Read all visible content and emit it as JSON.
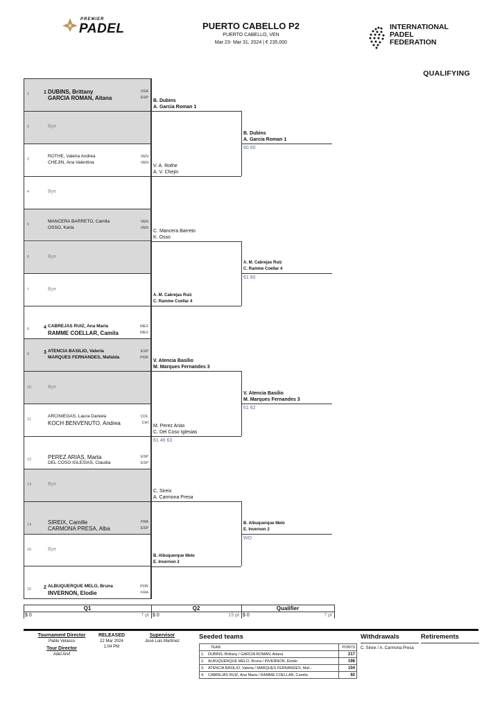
{
  "header": {
    "brand_small": "PREMIER",
    "brand_big": "PADEL",
    "tournament": "PUERTO CABELLO P2",
    "location": "PUERTO CABELLO, VEN",
    "dates_prize": "Mar 23- Mar 31, 2024  |  € 235,000",
    "federation_1": "INTERNATIONAL",
    "federation_2": "PADEL",
    "federation_3": "FEDERATION",
    "draw_type": "QUALIFYING"
  },
  "slots": [
    {
      "num": "1",
      "seed": "1",
      "p1": "DUBINS, Brittany",
      "p1_big": true,
      "n1": "USA",
      "p2": "GARCIA ROMAN, Aitana",
      "p2_big": true,
      "n2": "ESP",
      "shade": true
    },
    {
      "num": "2",
      "bye": "Bye",
      "shade": true
    },
    {
      "num": "3",
      "p1": "ROTHE, Valeria Andrea",
      "n1": "VEN",
      "p2": "CHEJIN, Ana Valentina",
      "n2": "VEN"
    },
    {
      "num": "4",
      "bye": "Bye"
    },
    {
      "num": "5",
      "p1": "MANCERA BARRETO, Camila",
      "n1": "VEN",
      "p2": "OSSO, Karla",
      "n2": "VEN",
      "shade": true
    },
    {
      "num": "6",
      "bye": "Bye",
      "shade": true
    },
    {
      "num": "7",
      "bye": "Bye"
    },
    {
      "num": "8",
      "seed": "4",
      "p1": "CABREJAS RUIZ, Ana Maria",
      "n1": "MEX",
      "p2": "RAMME COELLAR, Camila",
      "p2_big": true,
      "n2": "MEX"
    },
    {
      "num": "9",
      "seed": "3",
      "p1": "ATENCIA BASILIO, Valeria",
      "n1": "ESP",
      "p2": "MARQUES FERNANDES, Mafalda",
      "n2": "POR",
      "shade": true
    },
    {
      "num": "10",
      "bye": "Bye",
      "shade": true
    },
    {
      "num": "11",
      "p1": "ARCINIEGAS, Laura Daniela",
      "n1": "COL",
      "p2": "KOCH BENVENUTO, Andrea",
      "p2_big": true,
      "n2": "CHI"
    },
    {
      "num": "12",
      "p1": "PEREZ ARIAS, Marta",
      "p1_big": true,
      "n1": "ESP",
      "p2": "DEL COSO IGLESIAS, Claudia",
      "n2": "ESP"
    },
    {
      "num": "13",
      "bye": "Bye",
      "shade": true
    },
    {
      "num": "14",
      "p1": "SIREIX, Camille",
      "p1_big": true,
      "n1": "FRA",
      "p2": "CARMONA PRESA, Alba",
      "p2_big": true,
      "n2": "ESP",
      "shade": true
    },
    {
      "num": "15",
      "bye": "Bye"
    },
    {
      "num": "16",
      "seed": "2",
      "p1": "ALBUQUERQUE MELO, Bruna",
      "n1": "POR",
      "p2": "INVERNON, Elodie",
      "p2_big": true,
      "n2": "FRA"
    }
  ],
  "q1": [
    {
      "a": "B. Dubins",
      "b": "A. Garcia Roman  1",
      "bold": true
    },
    {
      "a": "V. A. Rothe",
      "b": "A. V. Chejin"
    },
    {
      "a": "C. Mancera Barreto",
      "b": "K. Osso"
    },
    {
      "a": "A. M. Cabrejas Ruiz",
      "b": "C. Ramme Coellar  4",
      "bold": true,
      "small": true
    },
    {
      "a": "V. Atencia Basilio",
      "b": "M. Marques Fernandes  3",
      "bold": true
    },
    {
      "a": "M. Perez Arias",
      "b": "C. Del Coso Iglesias",
      "score": "61 46 63"
    },
    {
      "a": "C. Sireix",
      "b": "A. Carmona Presa"
    },
    {
      "a": "B. Albuquerque Melo",
      "b": "E. Invernon  2",
      "bold": true,
      "small": true
    }
  ],
  "q2": [
    {
      "a": "B. Dubins",
      "b": "A. Garcia Roman  1",
      "score": "60 60",
      "bold": true
    },
    {
      "a": "A. M. Cabrejas Ruiz",
      "b": "C. Ramme Coellar  4",
      "score": "61 60",
      "bold": true,
      "small": true
    },
    {
      "a": "V. Atencia Basilio",
      "b": "M. Marques Fernandes  3",
      "score": "61 62",
      "bold": true
    },
    {
      "a": "B. Albuquerque Melo",
      "b": "E. Invernon  2",
      "score": "WO",
      "bold": true,
      "small": true
    }
  ],
  "footer_rounds": [
    {
      "label": "Q1",
      "prize": "$ 0",
      "pts": "7 pt"
    },
    {
      "label": "Q2",
      "prize": "$ 0",
      "pts": "15 pt"
    },
    {
      "label": "Qualifier",
      "prize": "$ 0",
      "pts": "7 pt"
    }
  ],
  "officials": {
    "td_label": "Tournament Director",
    "td_name": "Pablo Velasco",
    "released_label": "RELEASED",
    "released_date": "22 Mar 2024",
    "released_time": "1:04 PM",
    "sup_label": "Supervisor",
    "sup_name": "José Luis Martinez",
    "tour_label": "Tour Director",
    "tour_name": "Adel Aref"
  },
  "seeded": {
    "title": "Seeded teams",
    "col_team": "TEAM",
    "col_points": "POINTS",
    "rows": [
      {
        "n": "1.",
        "team": "DUBINS, Brittany / GARCIA ROMAN, Aitana",
        "pts": "217"
      },
      {
        "n": "2.",
        "team": "ALBUQUERQUE MELO, Bruna / INVERNON, Elodie",
        "pts": "198"
      },
      {
        "n": "3.",
        "team": "ATENCIA BASILIO, Valeria / MARQUES FERNANDES, Maf...",
        "pts": "104"
      },
      {
        "n": "4.",
        "team": "CABREJAS RUIZ, Ana Maria / RAMME COELLAR, Camila",
        "pts": "92"
      }
    ]
  },
  "withdrawals": {
    "title": "Withdrawals",
    "text": "C. Sireix / A. Carmona Presa"
  },
  "retirements": {
    "title": "Retirements"
  }
}
